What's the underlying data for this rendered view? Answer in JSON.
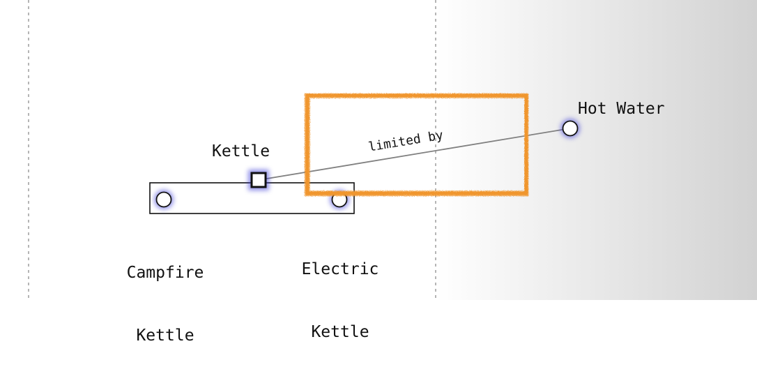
{
  "diagram": {
    "nodes": {
      "kettle": {
        "label": "Kettle",
        "shape": "square"
      },
      "hot_water": {
        "label": "Hot Water",
        "shape": "circle"
      },
      "campfire_kettle": {
        "label_line1": "Campfire",
        "label_line2": "Kettle",
        "shape": "circle"
      },
      "electric_kettle": {
        "label_line1": "Electric",
        "label_line2": "Kettle",
        "shape": "circle"
      }
    },
    "edges": [
      {
        "from": "kettle",
        "to": "hot_water",
        "label": "limited by"
      }
    ],
    "group": {
      "name": "kettle-variants",
      "members": [
        "campfire_kettle",
        "electric_kettle"
      ]
    },
    "highlight": {
      "target": "limited-by-edge",
      "style": "hand-drawn-rectangle"
    }
  },
  "colors": {
    "highlight": "#f0962e",
    "node_glow": "#3b3bd6",
    "edge": "#808080",
    "divider": "#b5b5b5",
    "shade_start": "#ffffff",
    "shade_end": "#d2d2d2"
  }
}
